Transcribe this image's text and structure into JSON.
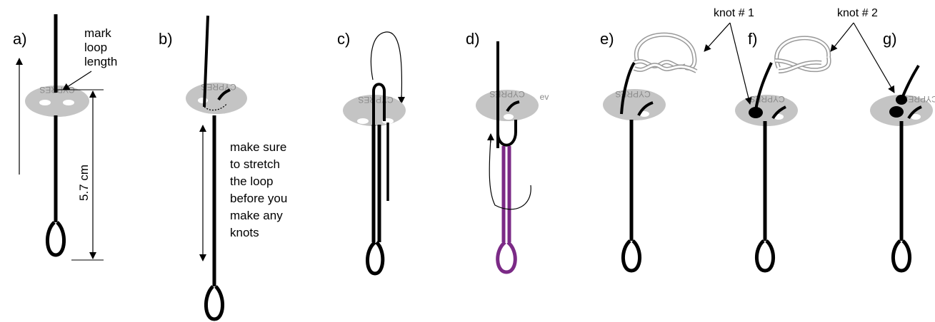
{
  "steps": {
    "a": "a)",
    "b": "b)",
    "c": "c)",
    "d": "d)",
    "e": "e)",
    "f": "f)",
    "g": "g)"
  },
  "notes": {
    "mark_line1": "mark",
    "mark_line2": "loop",
    "mark_line3": "length",
    "dimension": "5.7 cm",
    "stretch_line1": "make sure",
    "stretch_line2": "to stretch",
    "stretch_line3": "the loop",
    "stretch_line4": "before you",
    "stretch_line5": "make any",
    "stretch_line6": "knots",
    "knot1": "knot # 1",
    "knot2": "knot # 2"
  },
  "disc_text": "CYPRES",
  "colors": {
    "line": "#000000",
    "disc": "#c4c4c4",
    "purple_loop": "#7b2a86"
  }
}
